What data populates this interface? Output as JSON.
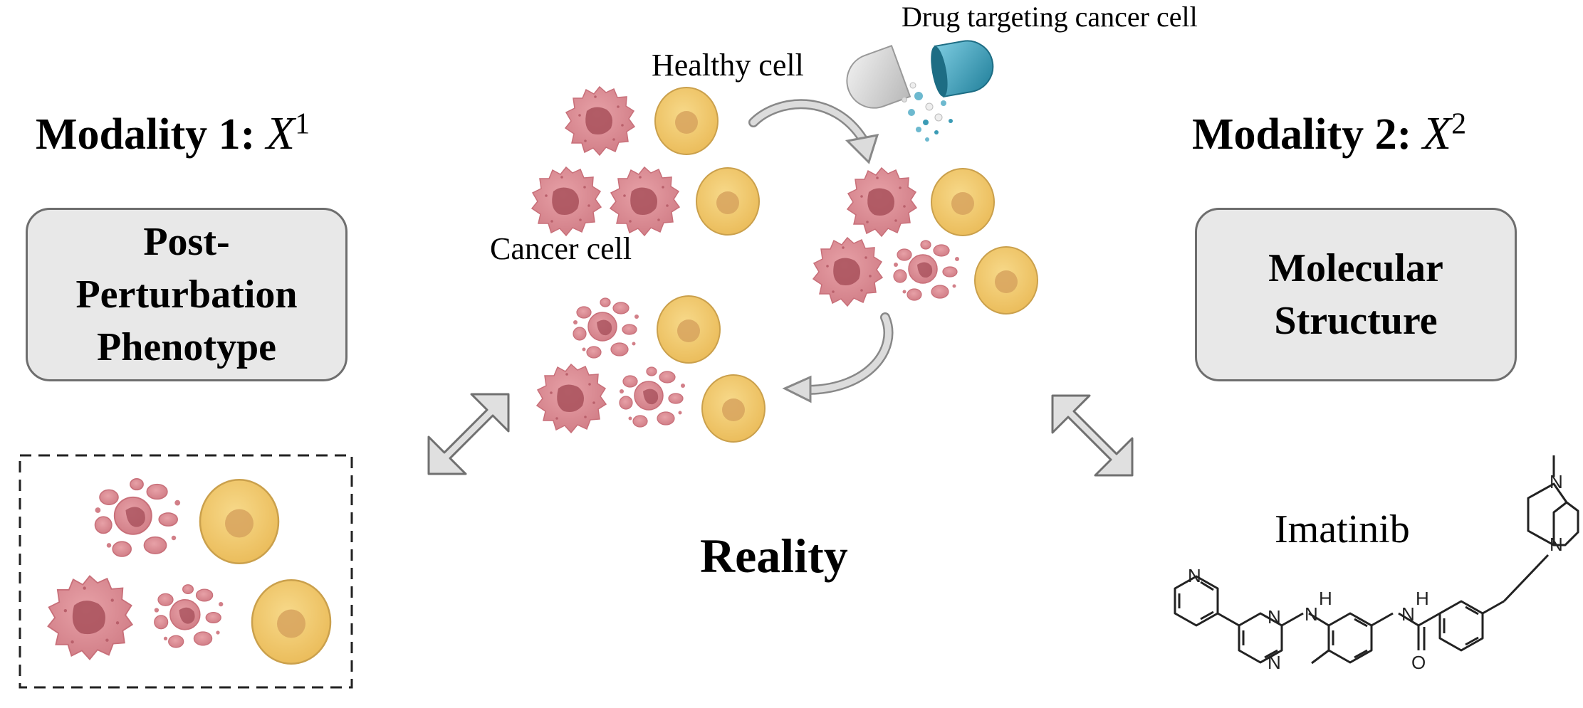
{
  "modality1": {
    "title": "Modality 1:",
    "var": "X",
    "sup": "1",
    "box_lines": [
      "Post-",
      "Perturbation",
      "Phenotype"
    ]
  },
  "modality2": {
    "title": "Modality 2:",
    "var": "X",
    "sup": "2",
    "box_lines": [
      "Molecular",
      "Structure"
    ]
  },
  "center": {
    "drug_label": "Drug targeting cancer cell",
    "healthy_label": "Healthy cell",
    "cancer_label": "Cancer cell",
    "reality_label": "Reality"
  },
  "molecule": {
    "name": "Imatinib",
    "atom_labels": [
      "N",
      "N",
      "N",
      "H",
      "N",
      "H",
      "N",
      "O",
      "N",
      "N"
    ]
  },
  "colors": {
    "cancer_cell": "#d98a91",
    "cancer_nucleus": "#a8505b",
    "healthy_cell": "#f2c66d",
    "healthy_nucleus": "#d8a65c",
    "box_fill": "#e8e8e8",
    "arrow_fill": "#e0e0e0",
    "capsule_blue": "#3b9bb5"
  }
}
